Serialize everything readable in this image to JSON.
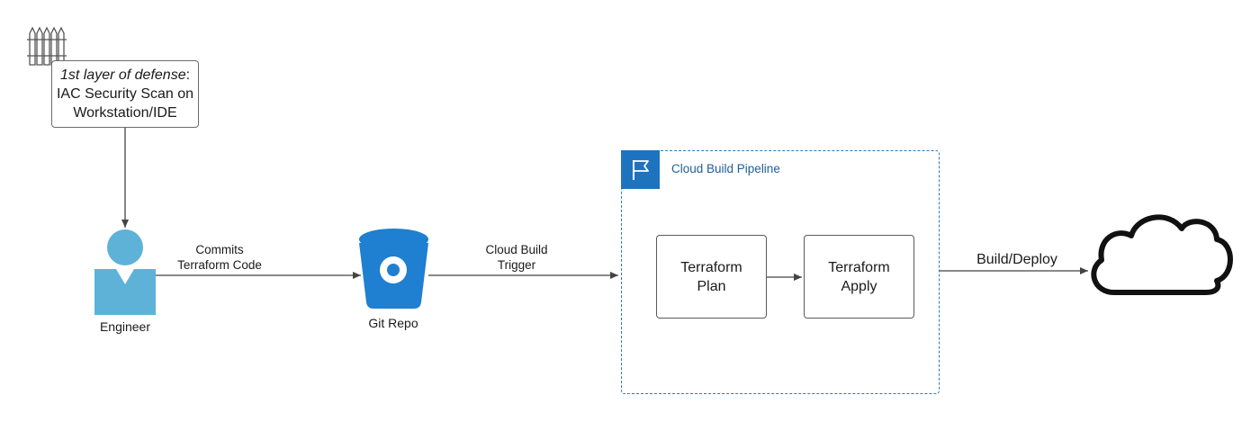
{
  "defense": {
    "title_italic": "1st layer of defense",
    "title_suffix": ":",
    "line2": "IAC Security Scan on",
    "line3": "Workstation/IDE"
  },
  "nodes": {
    "engineer": "Engineer",
    "git_repo": "Git Repo"
  },
  "edges": {
    "commits_line1": "Commits",
    "commits_line2": "Terraform Code",
    "trigger_line1": "Cloud Build",
    "trigger_line2": "Trigger",
    "deploy": "Build/Deploy"
  },
  "pipeline": {
    "title": "Cloud Build Pipeline",
    "plan_line1": "Terraform",
    "plan_line2": "Plan",
    "apply_line1": "Terraform",
    "apply_line2": "Apply"
  },
  "icons": {
    "fence": "fence-icon",
    "user": "user-icon",
    "bucket": "bucket-icon",
    "flag": "flag-icon",
    "cloud": "cloud-icon"
  },
  "colors": {
    "user": "#5eb2d8",
    "bucket": "#1f7fd1",
    "pipeline_accent": "#1e73be"
  }
}
